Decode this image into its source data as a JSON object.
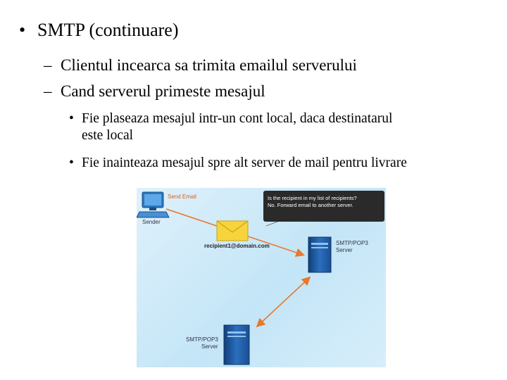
{
  "bullets": {
    "level1": "SMTP (continuare)",
    "level2": [
      "Clientul incearca sa trimita emailul serverului",
      "Cand serverul primeste mesajul"
    ],
    "level3": [
      {
        "line1": "Fie plaseaza mesajul intr-un cont local, daca destinatarul",
        "line2": "este local"
      },
      {
        "line1": "Fie inainteaza mesajul spre alt server de mail pentru livrare"
      }
    ],
    "marker1": "•",
    "marker2": "–",
    "marker3": "•"
  },
  "diagram": {
    "send_label": "Send Email",
    "sender_label": "Sender",
    "address_label": "recipient1@domain.com",
    "callout_line1": "Is the recipient in my list of recipients?",
    "callout_line2": "No. Forward email to another server.",
    "server1_line1": "SMTP/POP3",
    "server1_line2": "Server",
    "server2_line1": "SMTP/POP3",
    "server2_line2": "Server",
    "colors": {
      "arrow": "#e8792b",
      "server": "#1f5fa8",
      "callout": "#2a2a2a",
      "envelope": "#f7d43c"
    },
    "icons": [
      "computer-icon",
      "envelope-icon",
      "server-icon"
    ]
  }
}
